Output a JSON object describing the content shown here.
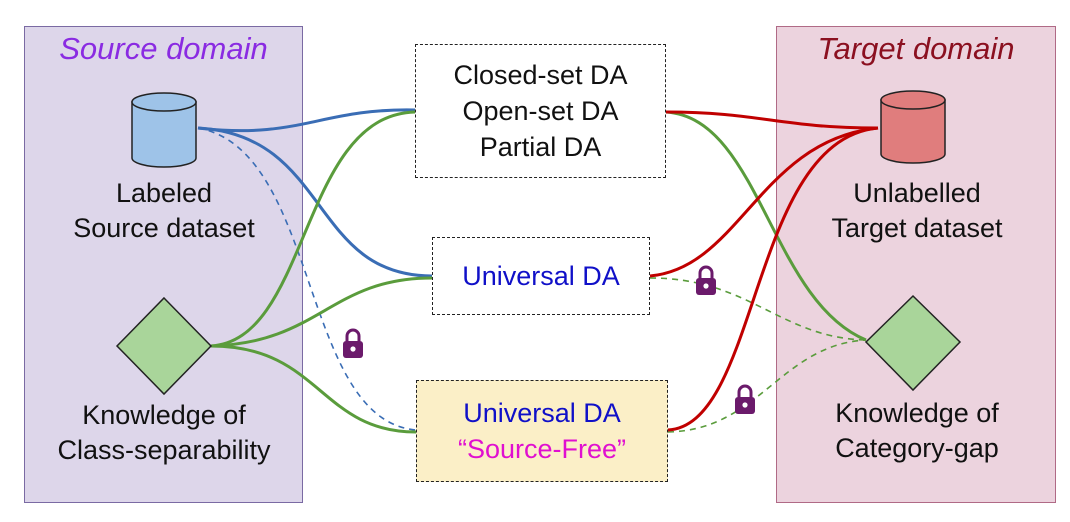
{
  "source_panel": {
    "title": "Source domain",
    "title_color": "#8a2be2",
    "dataset_label_line1": "Labeled",
    "dataset_label_line2": "Source dataset",
    "knowledge_label_line1": "Knowledge of",
    "knowledge_label_line2": "Class-separability"
  },
  "target_panel": {
    "title": "Target domain",
    "title_color": "#8b1020",
    "dataset_label_line1": "Unlabelled",
    "dataset_label_line2": "Target dataset",
    "knowledge_label_line1": "Knowledge of",
    "knowledge_label_line2": "Category-gap"
  },
  "settings": {
    "box1_line1": "Closed-set DA",
    "box1_line2": "Open-set DA",
    "box1_line3": "Partial DA",
    "box2_line1": "Universal DA",
    "box3_line1": "Universal DA",
    "box3_line2": "“Source-Free”"
  },
  "colors": {
    "source_link": "#3a6db5",
    "target_link": "#c00000",
    "knowledge_link": "#5a9c3c",
    "source_db_fill": "#9ec3e8",
    "target_db_fill": "#e07d7d",
    "diamond_fill": "#a9d59a",
    "lock": "#6b1a6b",
    "source_free_bg": "#fbefc7"
  },
  "icons": {
    "source_dataset": "database-icon",
    "target_dataset": "database-icon",
    "knowledge": "diamond-icon",
    "lock": "lock-icon"
  }
}
